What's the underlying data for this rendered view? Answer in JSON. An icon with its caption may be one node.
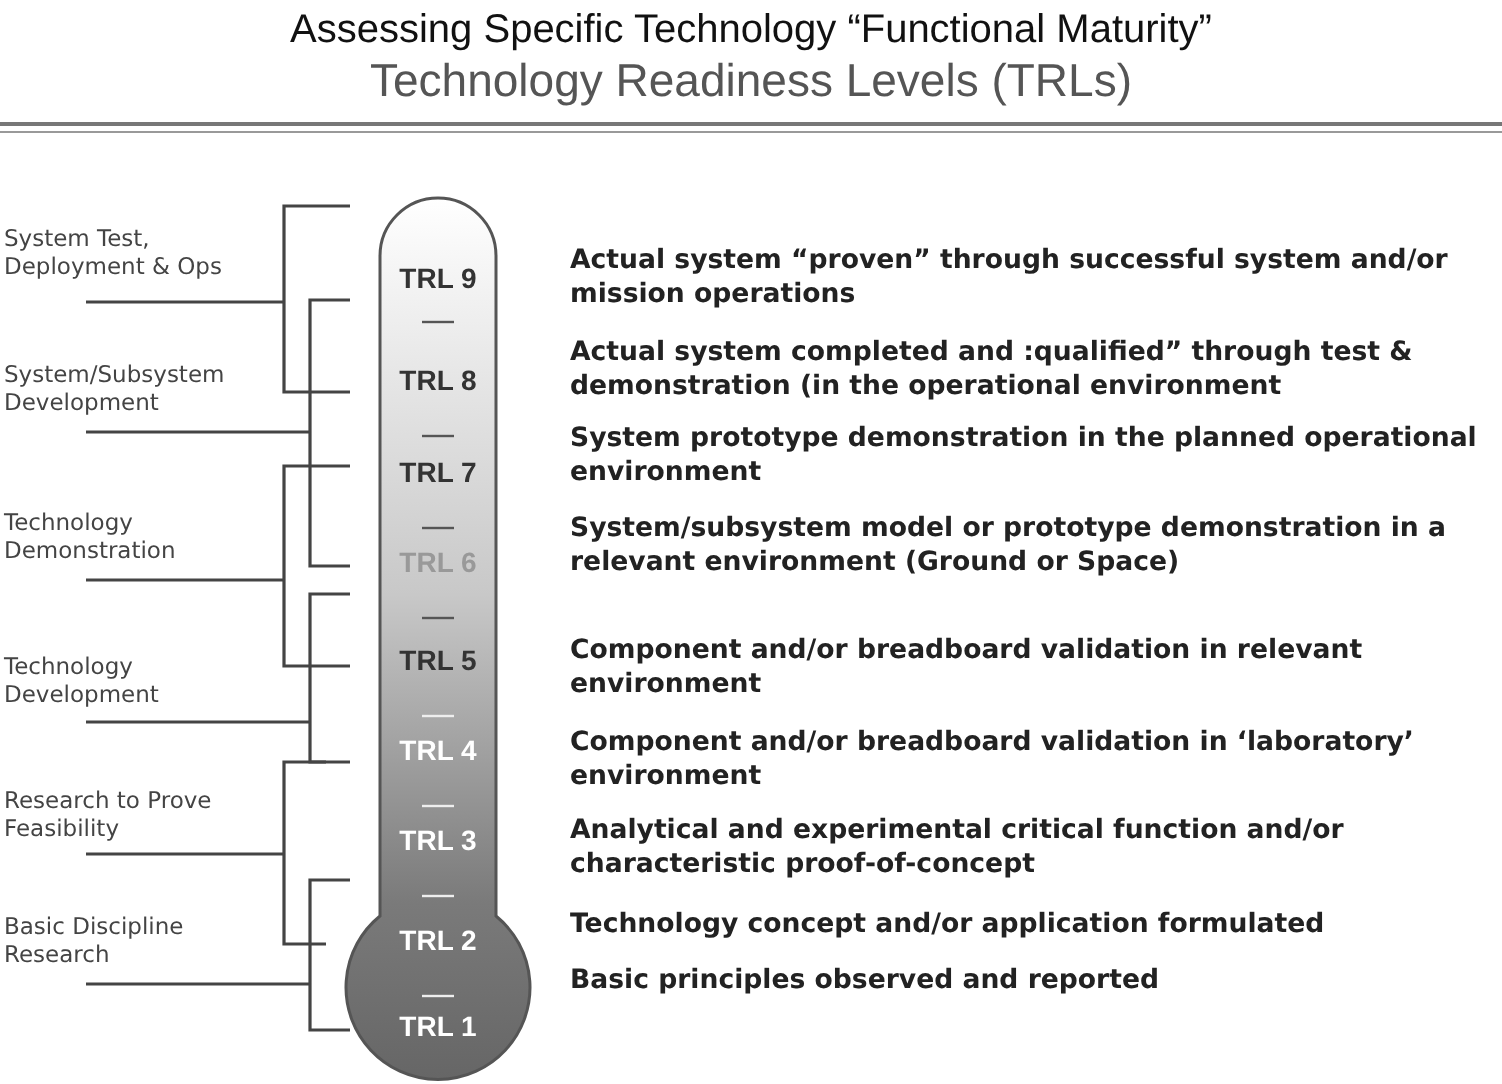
{
  "diagram": {
    "title": "Assessing Specific Technology “Functional Maturity”",
    "nodes": [
      {
        "text": [
          "TRL 9",
          "TRL 8",
          "TRL 7",
          "TRL 6",
          "TRL 5",
          "TRL 4",
          "TRL 3",
          "TRL 2",
          "TRL 1"
        ]
      }
    ],
    "labels": [
      "Technology Readiness Levels (TRLs)",
      "System Test, Deployment & Ops",
      "System/Subsystem Development",
      "Technology Demonstration",
      "Technology Development",
      "Research to Prove Feasibility",
      "Basic Discipline Research",
      "Actual system “proven” through successful system and/or mission operations",
      "Actual system completed and :qualified” through test & demonstration (in the operational environment",
      "System prototype demonstration in the planned operational environment",
      "System/subsystem model or prototype demonstration in a relevant environment (Ground or Space)",
      "Component and/or breadboard validation in relevant environment",
      "Component and/or breadboard validation in ‘laboratory’ environment",
      "Analytical and experimental critical function and/or characteristic proof-of-concept",
      "Technology concept and/or application formulated",
      "Basic principles observed and reported"
    ]
  }
}
